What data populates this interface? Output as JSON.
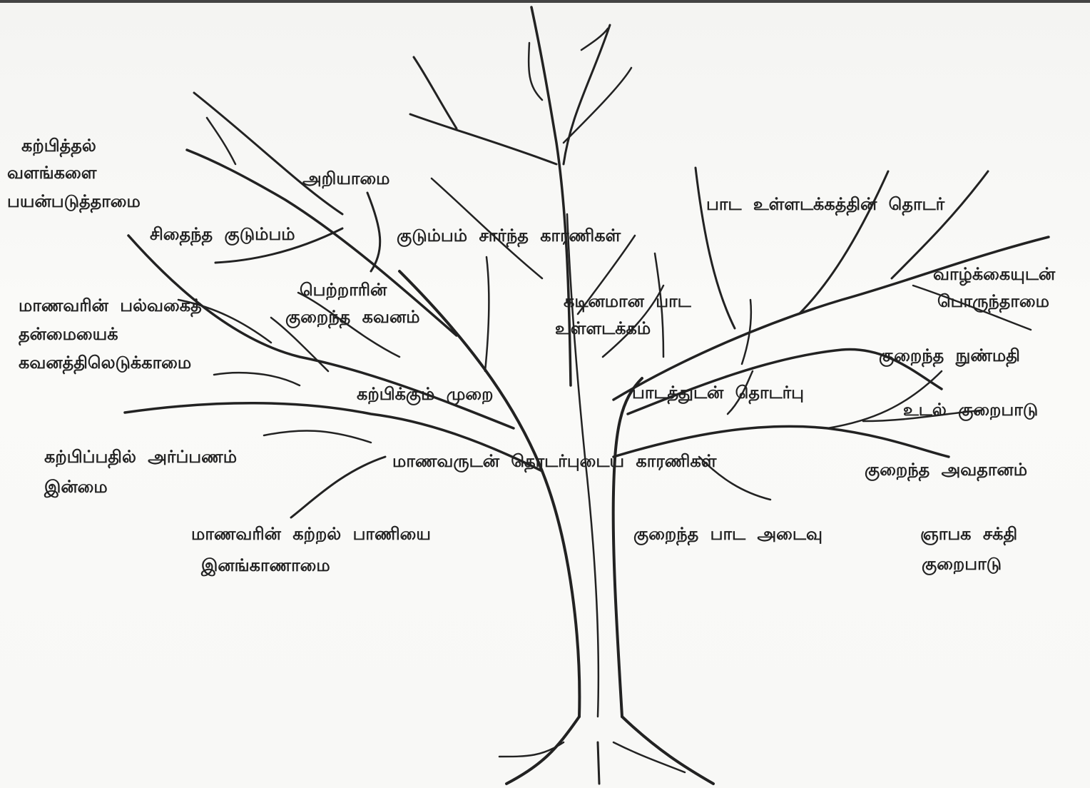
{
  "colors": {
    "ink": "#222222",
    "paper": "#f7f7f5"
  },
  "diagram": {
    "categories": {
      "teaching_method": "கற்பிக்கும் முறை",
      "family_factors": "குடும்பம் சார்ந்த காரணிகள்",
      "syllabus": "பாட உள்ளடக்கத்தின் தொடர்",
      "student_factors": "மாணவருடன் தொடர்புடைய காரணிகள்"
    },
    "causes": {
      "resources_line1": "கற்பித்தல்",
      "resources_line2": "வளங்களை",
      "resources_line3": "பயன்படுத்தாமை",
      "broken_family": "சிதைந்த குடும்பம்",
      "ignorance": "அறியாமை",
      "parents_line1": "பெற்றாரின்",
      "parents_line2": "குறைந்த கவனம்",
      "diversity_line1": "மாணவரின் பல்வகைத்",
      "diversity_line2": "தன்மையைக்",
      "diversity_line3": "கவனத்திலெடுக்காமை",
      "dedication_line1": "கற்பிப்பதில் அர்ப்பணம்",
      "dedication_line2": "இன்மை",
      "style_line1": "மாணவரின் கற்றல் பாணியை",
      "style_line2": "இனங்காணாமை",
      "difficult_line1": "கடினமான பாட",
      "difficult_line2": "உள்ளடக்கம்",
      "relevance": "பாடத்துடன் தொடர்பு",
      "life_line1": "வாழ்க்கையுடன்",
      "life_line2": "பொருந்தாமை",
      "intelligence": "குறைந்த நுண்மதி",
      "physical": "உடல் குறைபாடு",
      "attention": "குறைந்த அவதானம்",
      "achievement": "குறைந்த பாட அடைவு",
      "memory_line1": "ஞாபக சக்தி",
      "memory_line2": "குறைபாடு"
    }
  }
}
